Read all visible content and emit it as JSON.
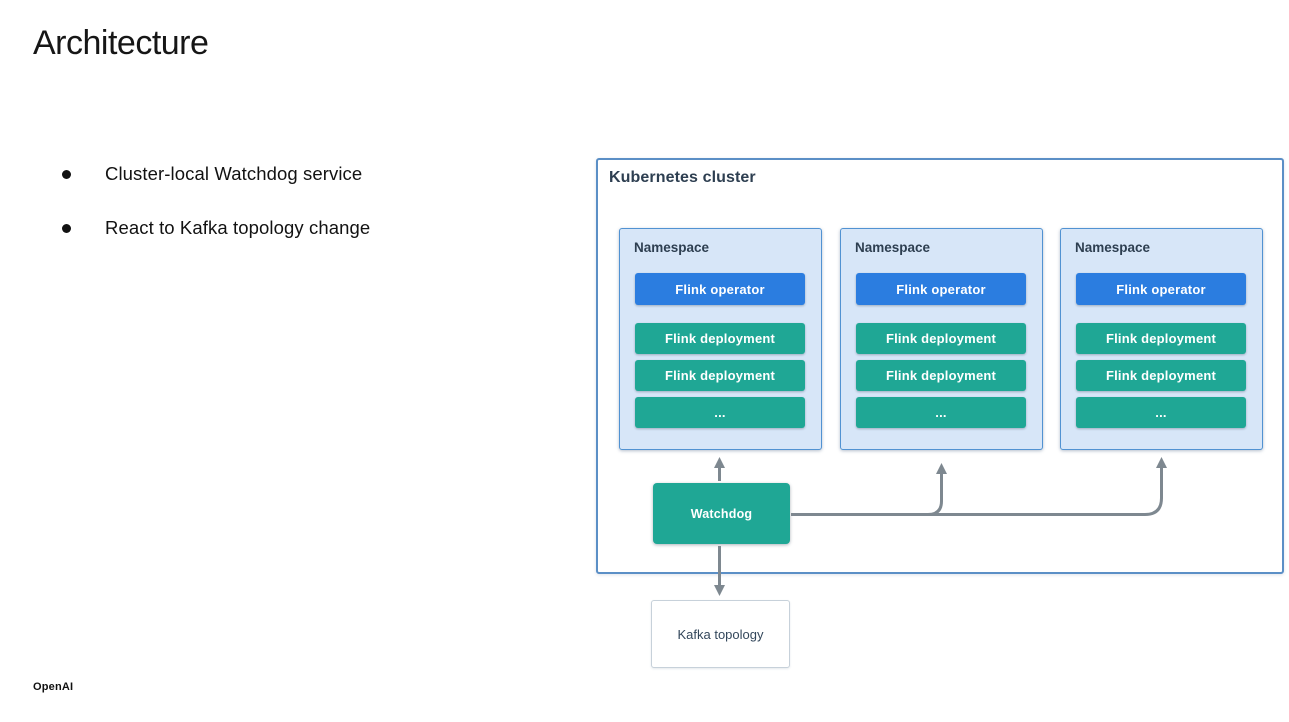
{
  "slide": {
    "title": "Architecture",
    "bullets": [
      "Cluster-local Watchdog service",
      "React to Kafka topology change"
    ],
    "footer_logo": "OpenAI"
  },
  "diagram": {
    "cluster_label": "Kubernetes cluster",
    "namespaces": [
      {
        "label": "Namespace",
        "operator": "Flink operator",
        "deployments": [
          "Flink deployment",
          "Flink deployment",
          "..."
        ]
      },
      {
        "label": "Namespace",
        "operator": "Flink operator",
        "deployments": [
          "Flink deployment",
          "Flink deployment",
          "..."
        ]
      },
      {
        "label": "Namespace",
        "operator": "Flink operator",
        "deployments": [
          "Flink deployment",
          "Flink deployment",
          "..."
        ]
      }
    ],
    "watchdog_label": "Watchdog",
    "kafka_label": "Kafka topology",
    "colors": {
      "operator_blue": "#2B7DE0",
      "deployment_teal": "#1FA795",
      "watchdog_teal": "#1FA795",
      "namespace_bg": "#D7E6F8",
      "namespace_border": "#5192D2",
      "cluster_border": "#5B8FC6",
      "arrow_gray": "#7E8890",
      "label_navy": "#2E3F51"
    }
  }
}
